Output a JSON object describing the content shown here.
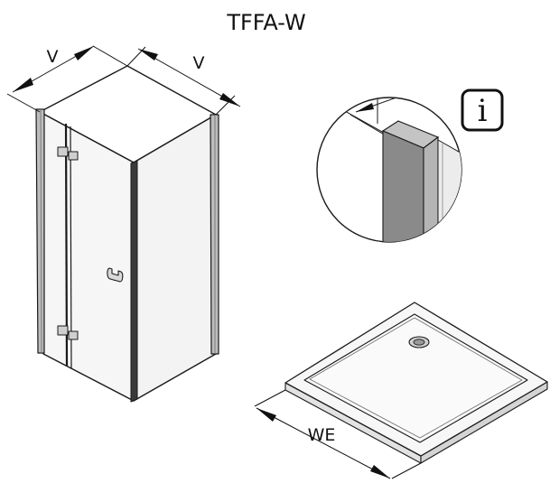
{
  "title": "TFFA-W",
  "labels": {
    "width_left": "V",
    "width_right": "V",
    "tray_width": "WE"
  },
  "icons": {
    "info": "i"
  },
  "colors": {
    "line": "#1a1a1a",
    "glass": "#f4f4f4",
    "profile_light": "#bdbdbd",
    "profile_dark": "#7d7d7d",
    "background": "#ffffff"
  }
}
